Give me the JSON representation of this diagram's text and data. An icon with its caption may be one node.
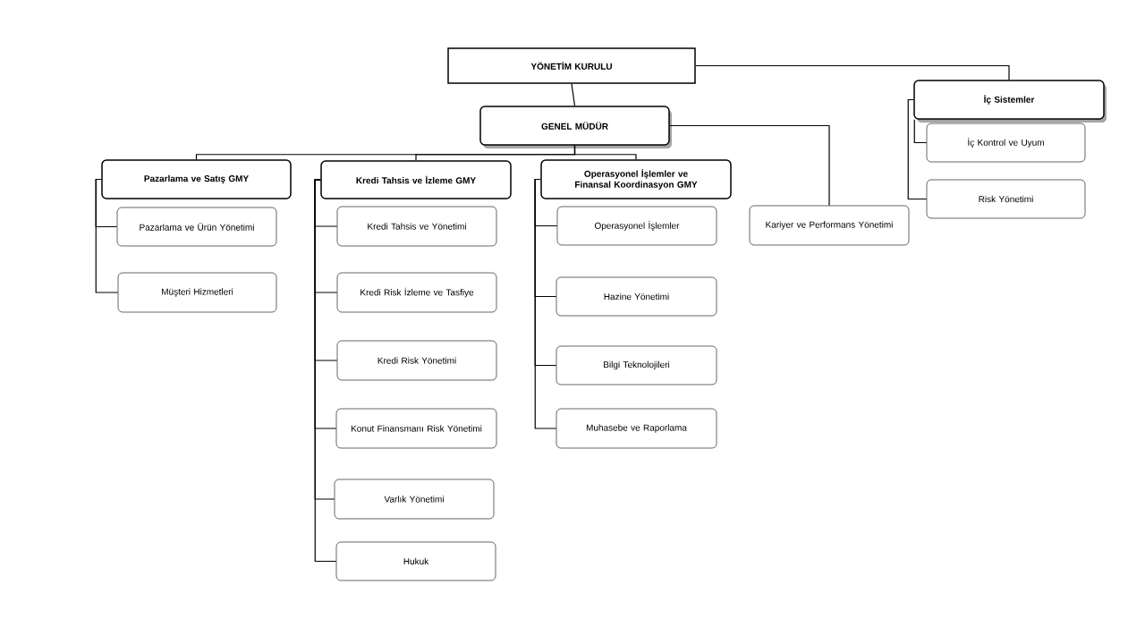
{
  "diagram": {
    "nodes": [
      {
        "text": [
          "YÖNETİM KURULU"
        ]
      },
      {
        "text": [
          "GENEL MÜDÜR"
        ]
      },
      {
        "text": [
          "İç Sistemler"
        ]
      },
      {
        "text": [
          "İç Kontrol ve Uyum"
        ]
      },
      {
        "text": [
          "Risk Yönetimi"
        ]
      },
      {
        "text": [
          "Pazarlama ve Satış GMY"
        ]
      },
      {
        "text": [
          "Pazarlama ve Ürün Yönetimi"
        ]
      },
      {
        "text": [
          "Müşteri Hizmetleri"
        ]
      },
      {
        "text": [
          "Kredi Tahsis ve İzleme GMY"
        ]
      },
      {
        "text": [
          "Kredi Tahsis ve Yönetimi"
        ]
      },
      {
        "text": [
          "Kredi Risk İzleme ve Tasfiye"
        ]
      },
      {
        "text": [
          "Kredi Risk Yönetimi"
        ]
      },
      {
        "text": [
          "Konut Finansmanı Risk Yönetimi"
        ]
      },
      {
        "text": [
          "Varlık Yönetimi"
        ]
      },
      {
        "text": [
          "Hukuk"
        ]
      },
      {
        "text": [
          "Operasyonel İşlemler ve Finansal Koordinasyon GMY"
        ]
      },
      {
        "text": [
          "Operasyonel İşlemler"
        ]
      },
      {
        "text": [
          "Hazine Yönetimi"
        ]
      },
      {
        "text": [
          "Bilgi Teknolojileri"
        ]
      },
      {
        "text": [
          "Muhasebe ve Raporlama"
        ]
      },
      {
        "text": [
          "Kariyer ve Performans Yönetimi"
        ]
      }
    ],
    "edges": [
      {
        "from": 0,
        "to": 1,
        "arrow": "none"
      },
      {
        "from": 0,
        "to": 2,
        "arrow": "none"
      },
      {
        "from": 1,
        "to": 5,
        "arrow": "none"
      },
      {
        "from": 1,
        "to": 8,
        "arrow": "none"
      },
      {
        "from": 1,
        "to": 15,
        "arrow": "none"
      },
      {
        "from": 1,
        "to": 20,
        "arrow": "none"
      },
      {
        "from": 2,
        "to": 3,
        "arrow": "none"
      },
      {
        "from": 2,
        "to": 4,
        "arrow": "none"
      },
      {
        "from": 5,
        "to": 6,
        "arrow": "none"
      },
      {
        "from": 5,
        "to": 7,
        "arrow": "none"
      },
      {
        "from": 8,
        "to": 9,
        "arrow": "none"
      },
      {
        "from": 8,
        "to": 10,
        "arrow": "none"
      },
      {
        "from": 8,
        "to": 11,
        "arrow": "none"
      },
      {
        "from": 8,
        "to": 12,
        "arrow": "none"
      },
      {
        "from": 8,
        "to": 13,
        "arrow": "none"
      },
      {
        "from": 8,
        "to": 14,
        "arrow": "none"
      },
      {
        "from": 15,
        "to": 16,
        "arrow": "none"
      },
      {
        "from": 15,
        "to": 17,
        "arrow": "none"
      },
      {
        "from": 15,
        "to": 18,
        "arrow": "none"
      },
      {
        "from": 15,
        "to": 19,
        "arrow": "none"
      }
    ]
  }
}
